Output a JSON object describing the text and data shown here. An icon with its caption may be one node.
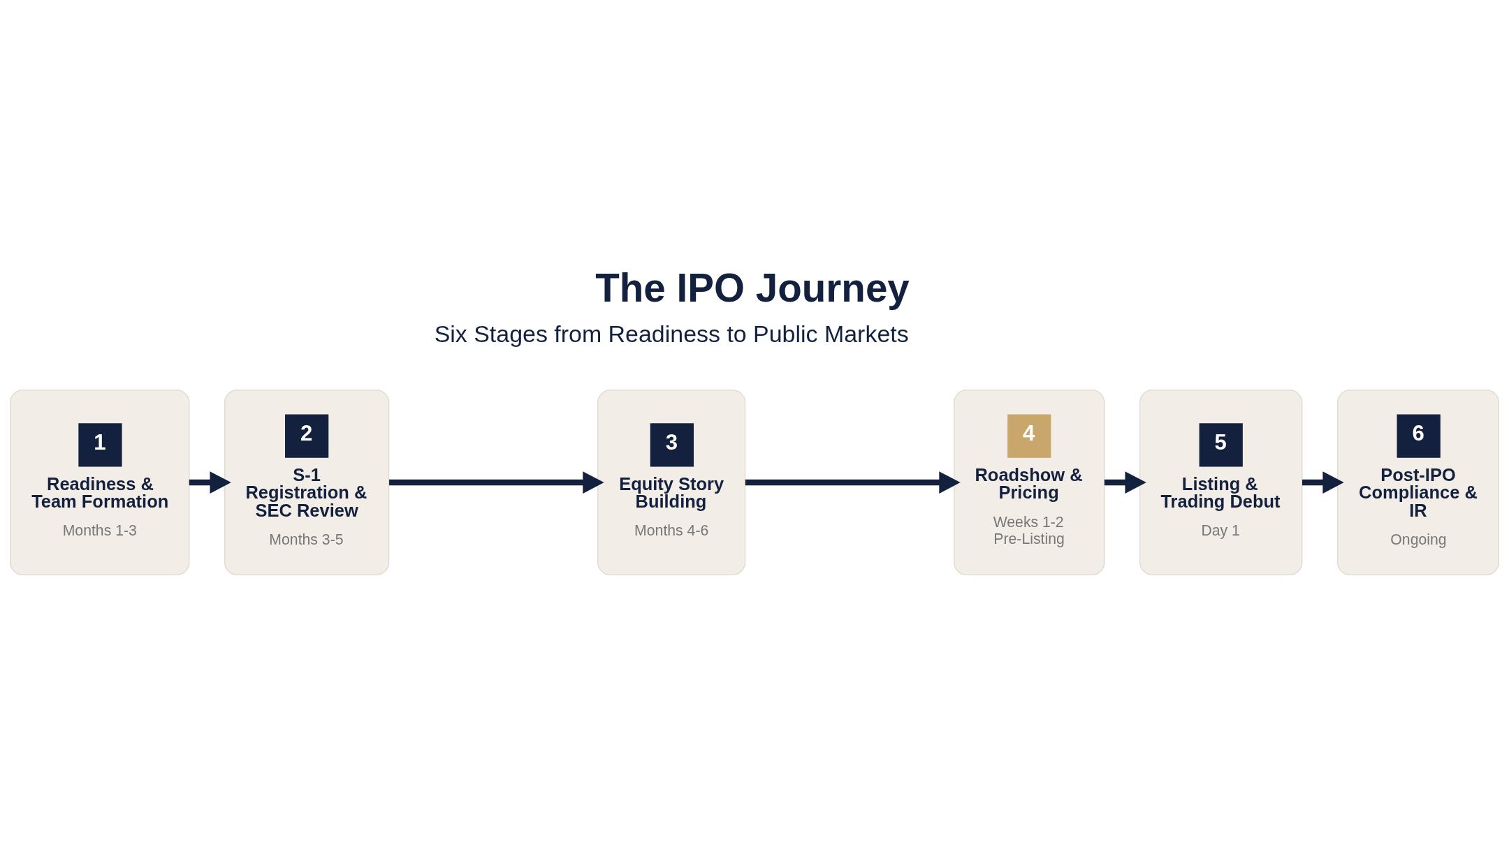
{
  "diagram": {
    "title": "The IPO Journey",
    "nodes": [
      {
        "text": [
          "1",
          "Readiness & Team Formation",
          "Months 1-3"
        ]
      },
      {
        "text": [
          "2",
          "S-1 Registration & SEC Review",
          "Months 3-5"
        ]
      },
      {
        "text": [
          "3",
          "Equity Story Building",
          "Months 4-6"
        ]
      },
      {
        "text": [
          "4",
          "Roadshow & Pricing",
          "Weeks 1-2 Pre-Listing"
        ]
      },
      {
        "text": [
          "5",
          "Listing & Trading Debut",
          "Day 1"
        ]
      },
      {
        "text": [
          "6",
          "Post-IPO Compliance & IR",
          "Ongoing"
        ]
      }
    ],
    "edges": [
      {
        "from": 0,
        "to": 1,
        "arrow": "to"
      },
      {
        "from": 1,
        "to": 2,
        "arrow": "to"
      },
      {
        "from": 2,
        "to": 3,
        "arrow": "to"
      },
      {
        "from": 3,
        "to": 4,
        "arrow": "to"
      },
      {
        "from": 4,
        "to": 5,
        "arrow": "to"
      }
    ],
    "labels": [
      "Six Stages from Readiness to Public Markets"
    ]
  }
}
